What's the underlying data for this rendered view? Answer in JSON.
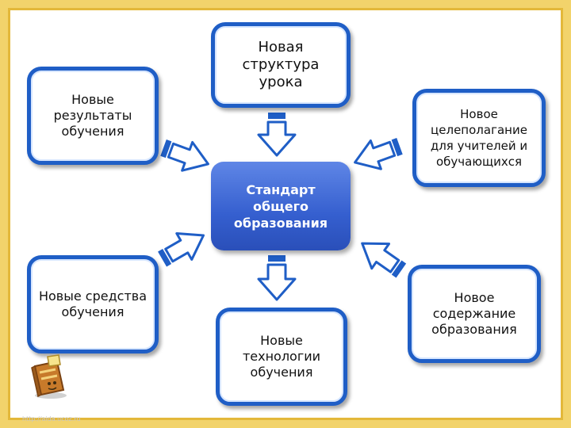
{
  "center": {
    "label": "Стандарт\nобщего\nобразования"
  },
  "nodes": {
    "top": {
      "label": "Новая\nструктура\nурока"
    },
    "top_left": {
      "label": "Новые\nрезультаты\nобучения"
    },
    "top_right": {
      "label": "Новое\nцелеполагание\nдля учителей и\nобучающихся"
    },
    "bottom_left": {
      "label": "Новые средства\nобучения"
    },
    "bottom": {
      "label": "Новые\nтехнологии\nобучения"
    },
    "bottom_right": {
      "label": "Новое\nсодержание\nобразования"
    }
  },
  "watermark": "http://aida.ucoz.ru",
  "colors": {
    "node_border": "#1f5ec6",
    "center_fill": "#355fcf",
    "arrow_fill": "#ffffff",
    "arrow_outline": "#1f5ec6",
    "frame": "#f2d36b"
  },
  "icons": {
    "decoration": "book-icon"
  }
}
